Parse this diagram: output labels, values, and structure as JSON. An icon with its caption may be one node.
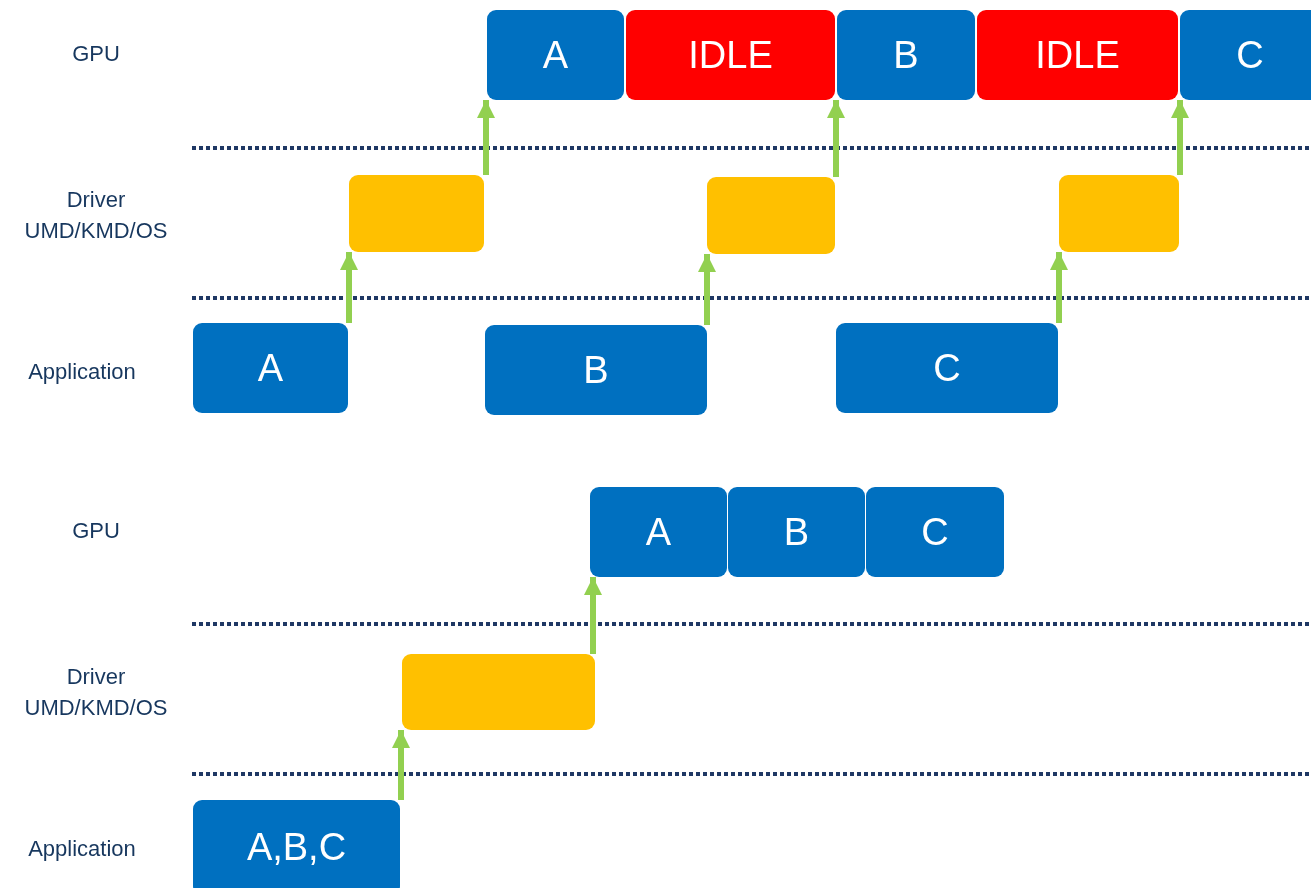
{
  "diagram": {
    "nodes": [
      {
        "text": [
          "A"
        ]
      },
      {
        "text": [
          "IDLE"
        ]
      },
      {
        "text": [
          "B"
        ]
      },
      {
        "text": [
          "IDLE"
        ]
      },
      {
        "text": [
          "C"
        ]
      },
      {
        "text": [],
        "shape": "box"
      },
      {
        "text": [],
        "shape": "box"
      },
      {
        "text": [],
        "shape": "box"
      },
      {
        "text": [
          "A"
        ]
      },
      {
        "text": [
          "B"
        ]
      },
      {
        "text": [
          "C"
        ]
      },
      {
        "text": [
          "A"
        ]
      },
      {
        "text": [
          "B"
        ]
      },
      {
        "text": [
          "C"
        ]
      },
      {
        "text": [],
        "shape": "box"
      },
      {
        "text": [
          "A,B,C"
        ]
      }
    ],
    "edges": [
      {
        "from": 8,
        "to": 5,
        "arrow": "to"
      },
      {
        "from": 5,
        "to": 0,
        "arrow": "to"
      },
      {
        "from": 9,
        "to": 6,
        "arrow": "to"
      },
      {
        "from": 6,
        "to": 2,
        "arrow": "to"
      },
      {
        "from": 10,
        "to": 7,
        "arrow": "to"
      },
      {
        "from": 7,
        "to": 4,
        "arrow": "to"
      },
      {
        "from": 15,
        "to": 14,
        "arrow": "to"
      },
      {
        "from": 14,
        "to": 11,
        "arrow": "to"
      }
    ],
    "labels": [
      "GPU",
      "Driver UMD/KMD/OS",
      "Application",
      "GPU",
      "Driver UMD/KMD/OS",
      "Application"
    ]
  }
}
